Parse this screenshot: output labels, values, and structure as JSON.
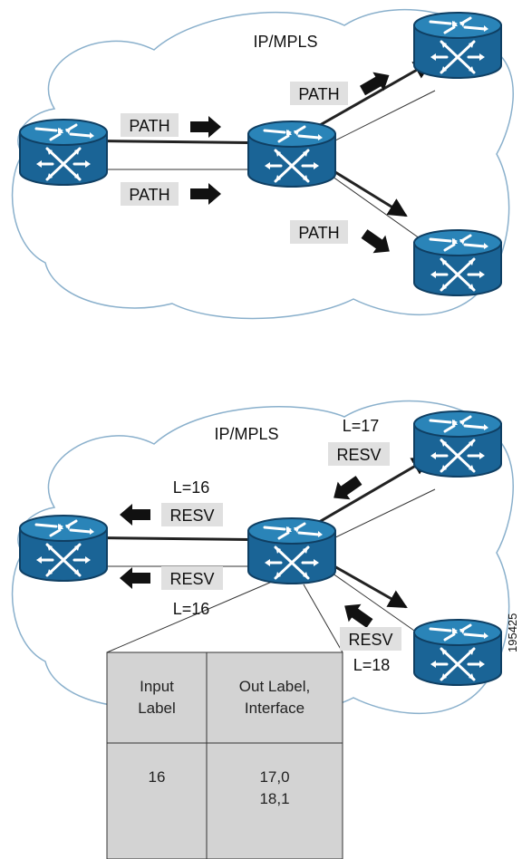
{
  "top_diagram": {
    "cloud_label": "IP/MPLS",
    "messages": [
      "PATH",
      "PATH",
      "PATH",
      "PATH"
    ]
  },
  "bottom_diagram": {
    "cloud_label": "IP/MPLS",
    "messages": {
      "upper_right_label": "L=17",
      "upper_right_msg": "RESV",
      "left_upper_label": "L=16",
      "left_upper_msg": "RESV",
      "left_lower_msg": "RESV",
      "left_lower_label": "L=16",
      "lower_right_msg": "RESV",
      "lower_right_label": "L=18"
    }
  },
  "label_table": {
    "headers": [
      "Input Label",
      "Out Label, Interface"
    ],
    "header_lines": [
      [
        "Input",
        "Label"
      ],
      [
        "Out Label,",
        "Interface"
      ]
    ],
    "row": {
      "input": "16",
      "out_lines": [
        "17,0",
        "18,1"
      ]
    }
  },
  "figure_id": "195425",
  "colors": {
    "router_body": "#1a6496",
    "router_top": "#2a84b8",
    "router_rim": "#0f3f63",
    "label_bg": "#e0e0e0",
    "table_bg": "#d3d3d3"
  }
}
